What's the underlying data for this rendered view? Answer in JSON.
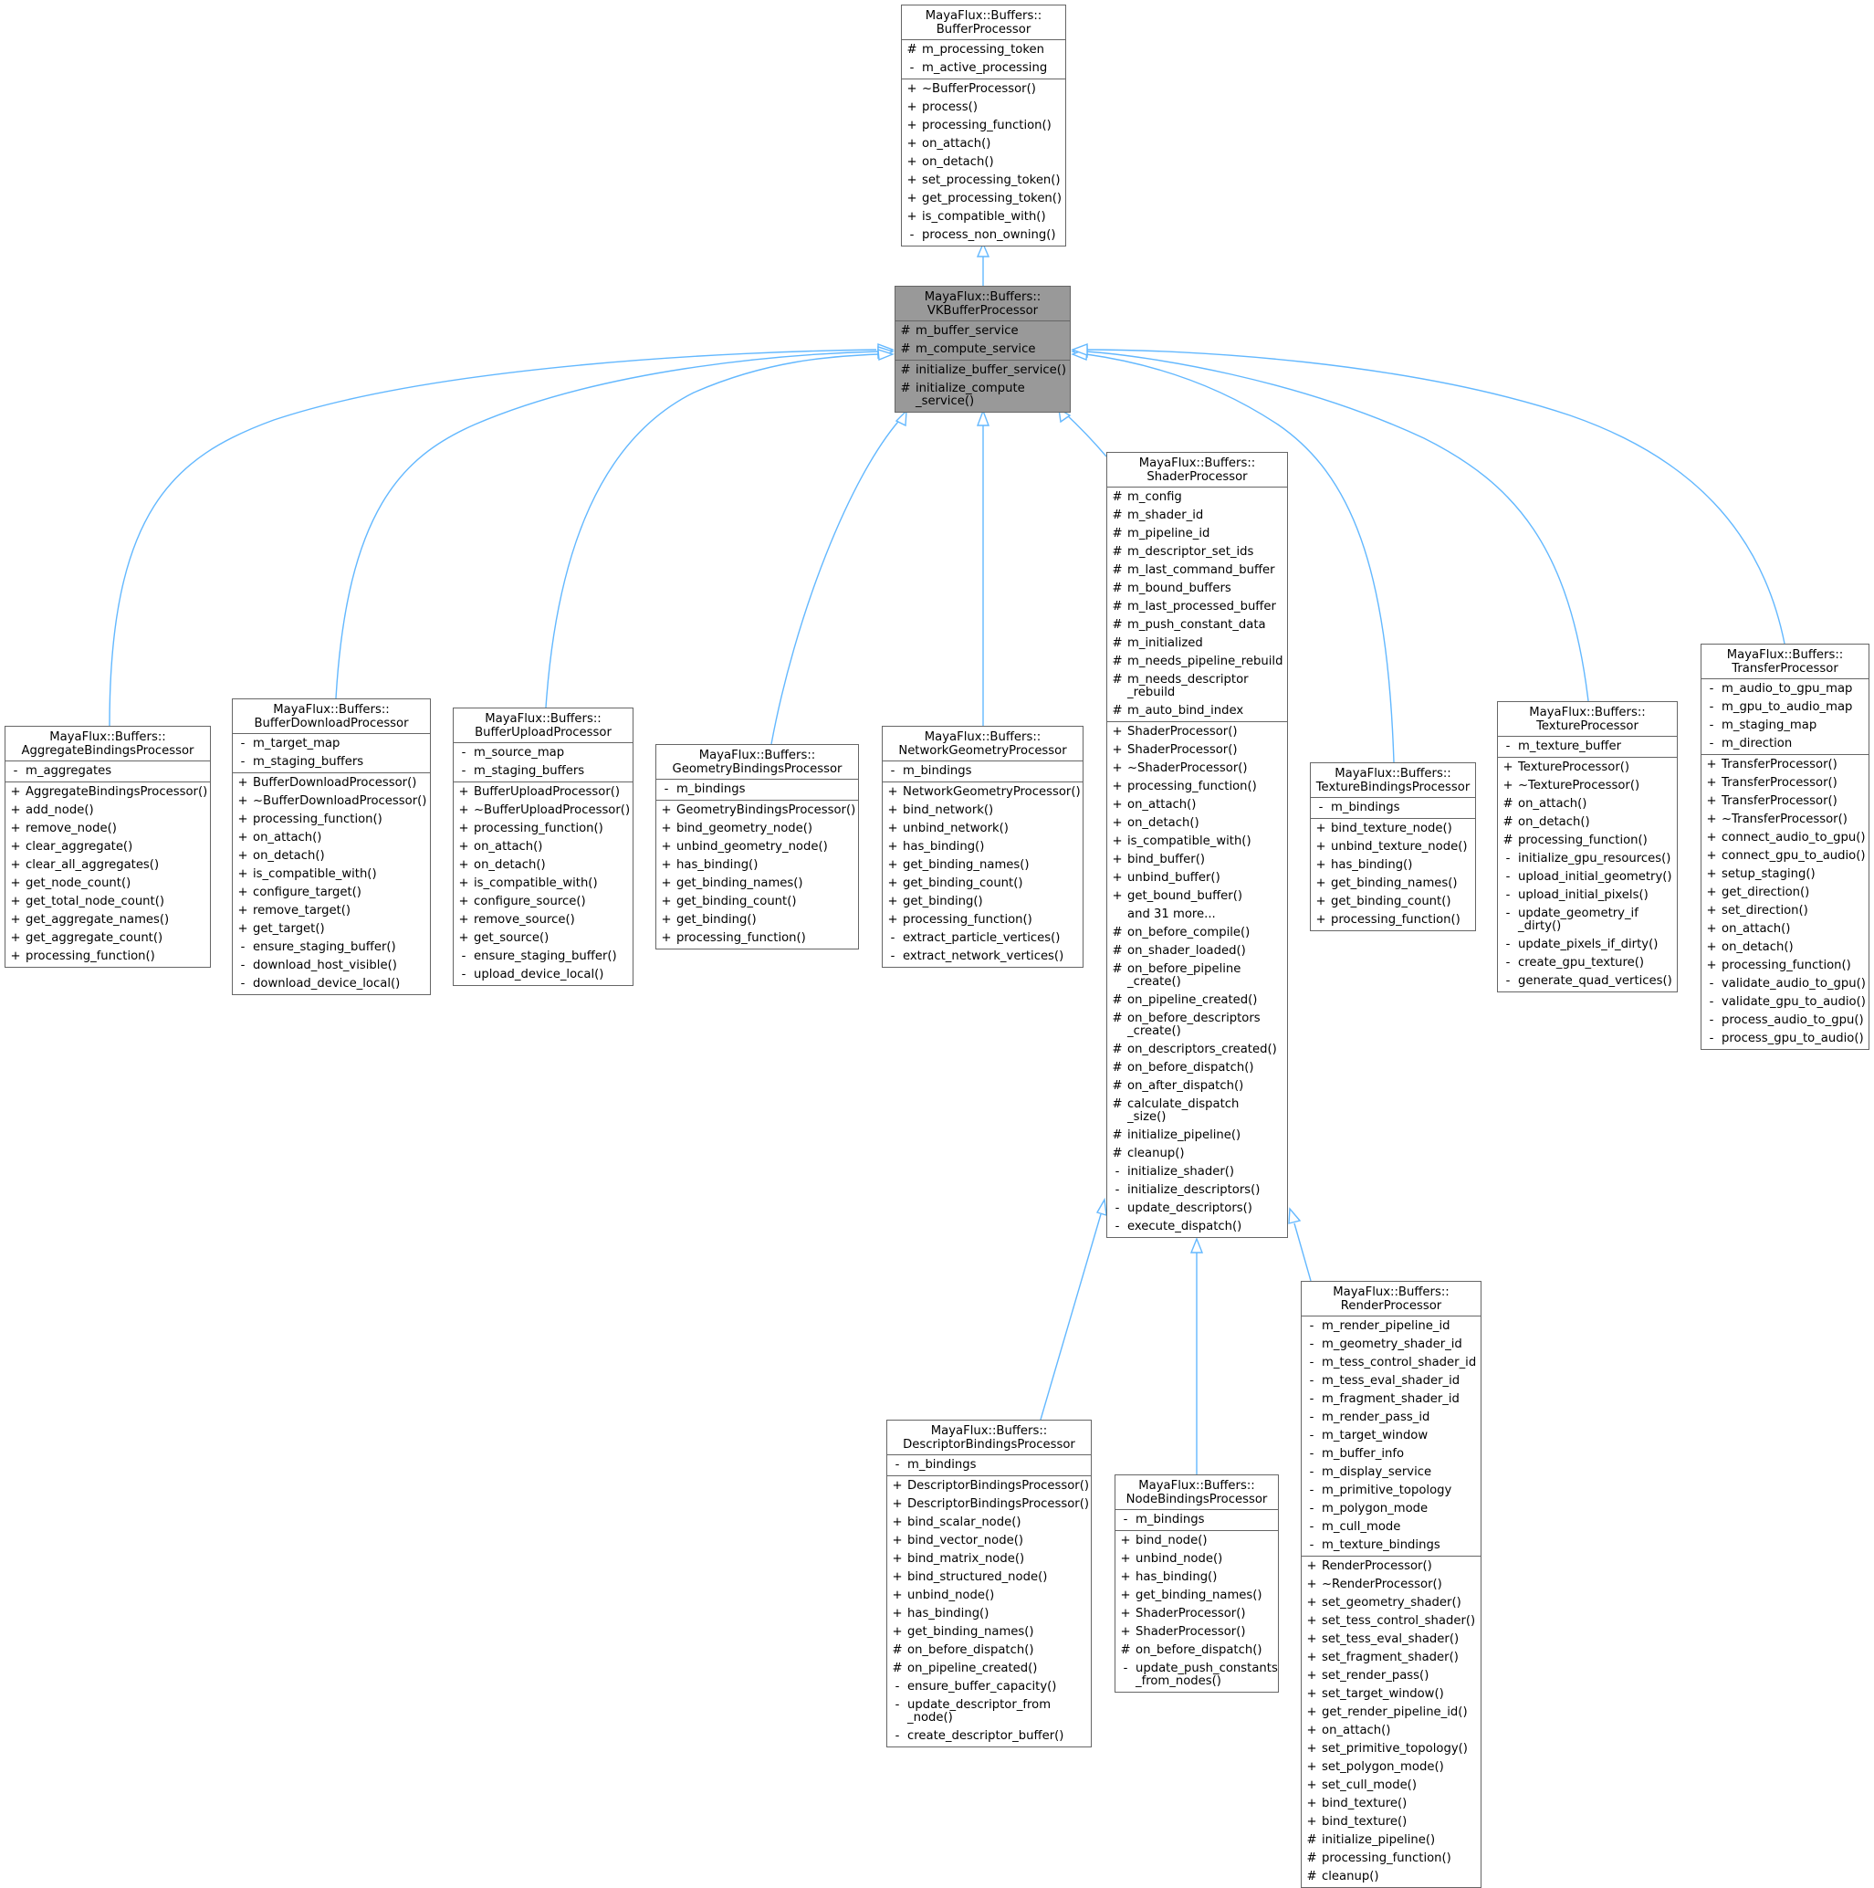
{
  "colors": {
    "edge": "#63b8ff",
    "border": "#666666",
    "focus_fill": "#999999"
  },
  "classes": {
    "buffer_processor": {
      "title": [
        "MayaFlux::Buffers::",
        "BufferProcessor"
      ],
      "attributes": [
        [
          "#",
          "m_processing_token"
        ],
        [
          "-",
          "m_active_processing"
        ]
      ],
      "methods": [
        [
          "+",
          "~BufferProcessor()"
        ],
        [
          "+",
          "process()"
        ],
        [
          "+",
          "processing_function()"
        ],
        [
          "+",
          "on_attach()"
        ],
        [
          "+",
          "on_detach()"
        ],
        [
          "+",
          "set_processing_token()"
        ],
        [
          "+",
          "get_processing_token()"
        ],
        [
          "+",
          "is_compatible_with()"
        ],
        [
          "-",
          "process_non_owning()"
        ]
      ]
    },
    "vk_buffer_processor": {
      "title": [
        "MayaFlux::Buffers::",
        "VKBufferProcessor"
      ],
      "attributes": [
        [
          "#",
          "m_buffer_service"
        ],
        [
          "#",
          "m_compute_service"
        ]
      ],
      "methods": [
        [
          "#",
          "initialize_buffer_service()"
        ],
        [
          "#",
          "initialize_compute\n_service()"
        ]
      ]
    },
    "aggregate_bindings_processor": {
      "title": [
        "MayaFlux::Buffers::",
        "AggregateBindingsProcessor"
      ],
      "attributes": [
        [
          "-",
          "m_aggregates"
        ]
      ],
      "methods": [
        [
          "+",
          "AggregateBindingsProcessor()"
        ],
        [
          "+",
          "add_node()"
        ],
        [
          "+",
          "remove_node()"
        ],
        [
          "+",
          "clear_aggregate()"
        ],
        [
          "+",
          "clear_all_aggregates()"
        ],
        [
          "+",
          "get_node_count()"
        ],
        [
          "+",
          "get_total_node_count()"
        ],
        [
          "+",
          "get_aggregate_names()"
        ],
        [
          "+",
          "get_aggregate_count()"
        ],
        [
          "+",
          "processing_function()"
        ]
      ]
    },
    "buffer_download_processor": {
      "title": [
        "MayaFlux::Buffers::",
        "BufferDownloadProcessor"
      ],
      "attributes": [
        [
          "-",
          "m_target_map"
        ],
        [
          "-",
          "m_staging_buffers"
        ]
      ],
      "methods": [
        [
          "+",
          "BufferDownloadProcessor()"
        ],
        [
          "+",
          "~BufferDownloadProcessor()"
        ],
        [
          "+",
          "processing_function()"
        ],
        [
          "+",
          "on_attach()"
        ],
        [
          "+",
          "on_detach()"
        ],
        [
          "+",
          "is_compatible_with()"
        ],
        [
          "+",
          "configure_target()"
        ],
        [
          "+",
          "remove_target()"
        ],
        [
          "+",
          "get_target()"
        ],
        [
          "-",
          "ensure_staging_buffer()"
        ],
        [
          "-",
          "download_host_visible()"
        ],
        [
          "-",
          "download_device_local()"
        ]
      ]
    },
    "buffer_upload_processor": {
      "title": [
        "MayaFlux::Buffers::",
        "BufferUploadProcessor"
      ],
      "attributes": [
        [
          "-",
          "m_source_map"
        ],
        [
          "-",
          "m_staging_buffers"
        ]
      ],
      "methods": [
        [
          "+",
          "BufferUploadProcessor()"
        ],
        [
          "+",
          "~BufferUploadProcessor()"
        ],
        [
          "+",
          "processing_function()"
        ],
        [
          "+",
          "on_attach()"
        ],
        [
          "+",
          "on_detach()"
        ],
        [
          "+",
          "is_compatible_with()"
        ],
        [
          "+",
          "configure_source()"
        ],
        [
          "+",
          "remove_source()"
        ],
        [
          "+",
          "get_source()"
        ],
        [
          "-",
          "ensure_staging_buffer()"
        ],
        [
          "-",
          "upload_device_local()"
        ]
      ]
    },
    "geometry_bindings_processor": {
      "title": [
        "MayaFlux::Buffers::",
        "GeometryBindingsProcessor"
      ],
      "attributes": [
        [
          "-",
          "m_bindings"
        ]
      ],
      "methods": [
        [
          "+",
          "GeometryBindingsProcessor()"
        ],
        [
          "+",
          "bind_geometry_node()"
        ],
        [
          "+",
          "unbind_geometry_node()"
        ],
        [
          "+",
          "has_binding()"
        ],
        [
          "+",
          "get_binding_names()"
        ],
        [
          "+",
          "get_binding_count()"
        ],
        [
          "+",
          "get_binding()"
        ],
        [
          "+",
          "processing_function()"
        ]
      ]
    },
    "network_geometry_processor": {
      "title": [
        "MayaFlux::Buffers::",
        "NetworkGeometryProcessor"
      ],
      "attributes": [
        [
          "-",
          "m_bindings"
        ]
      ],
      "methods": [
        [
          "+",
          "NetworkGeometryProcessor()"
        ],
        [
          "+",
          "bind_network()"
        ],
        [
          "+",
          "unbind_network()"
        ],
        [
          "+",
          "has_binding()"
        ],
        [
          "+",
          "get_binding_names()"
        ],
        [
          "+",
          "get_binding_count()"
        ],
        [
          "+",
          "get_binding()"
        ],
        [
          "+",
          "processing_function()"
        ],
        [
          "-",
          "extract_particle_vertices()"
        ],
        [
          "-",
          "extract_network_vertices()"
        ]
      ]
    },
    "shader_processor": {
      "title": [
        "MayaFlux::Buffers::",
        "ShaderProcessor"
      ],
      "attributes": [
        [
          "#",
          "m_config"
        ],
        [
          "#",
          "m_shader_id"
        ],
        [
          "#",
          "m_pipeline_id"
        ],
        [
          "#",
          "m_descriptor_set_ids"
        ],
        [
          "#",
          "m_last_command_buffer"
        ],
        [
          "#",
          "m_bound_buffers"
        ],
        [
          "#",
          "m_last_processed_buffer"
        ],
        [
          "#",
          "m_push_constant_data"
        ],
        [
          "#",
          "m_initialized"
        ],
        [
          "#",
          "m_needs_pipeline_rebuild"
        ],
        [
          "#",
          "m_needs_descriptor\n_rebuild"
        ],
        [
          "#",
          "m_auto_bind_index"
        ]
      ],
      "methods": [
        [
          "+",
          "ShaderProcessor()"
        ],
        [
          "+",
          "ShaderProcessor()"
        ],
        [
          "+",
          "~ShaderProcessor()"
        ],
        [
          "+",
          "processing_function()"
        ],
        [
          "+",
          "on_attach()"
        ],
        [
          "+",
          "on_detach()"
        ],
        [
          "+",
          "is_compatible_with()"
        ],
        [
          "+",
          "bind_buffer()"
        ],
        [
          "+",
          "unbind_buffer()"
        ],
        [
          "+",
          "get_bound_buffer()"
        ],
        [
          "",
          "and 31 more..."
        ],
        [
          "#",
          "on_before_compile()"
        ],
        [
          "#",
          "on_shader_loaded()"
        ],
        [
          "#",
          "on_before_pipeline\n_create()"
        ],
        [
          "#",
          "on_pipeline_created()"
        ],
        [
          "#",
          "on_before_descriptors\n_create()"
        ],
        [
          "#",
          "on_descriptors_created()"
        ],
        [
          "#",
          "on_before_dispatch()"
        ],
        [
          "#",
          "on_after_dispatch()"
        ],
        [
          "#",
          "calculate_dispatch\n_size()"
        ],
        [
          "#",
          "initialize_pipeline()"
        ],
        [
          "#",
          "cleanup()"
        ],
        [
          "-",
          "initialize_shader()"
        ],
        [
          "-",
          "initialize_descriptors()"
        ],
        [
          "-",
          "update_descriptors()"
        ],
        [
          "-",
          "execute_dispatch()"
        ]
      ]
    },
    "texture_bindings_processor": {
      "title": [
        "MayaFlux::Buffers::",
        "TextureBindingsProcessor"
      ],
      "attributes": [
        [
          "-",
          "m_bindings"
        ]
      ],
      "methods": [
        [
          "+",
          "bind_texture_node()"
        ],
        [
          "+",
          "unbind_texture_node()"
        ],
        [
          "+",
          "has_binding()"
        ],
        [
          "+",
          "get_binding_names()"
        ],
        [
          "+",
          "get_binding_count()"
        ],
        [
          "+",
          "processing_function()"
        ]
      ]
    },
    "texture_processor": {
      "title": [
        "MayaFlux::Buffers::",
        "TextureProcessor"
      ],
      "attributes": [
        [
          "-",
          "m_texture_buffer"
        ]
      ],
      "methods": [
        [
          "+",
          "TextureProcessor()"
        ],
        [
          "+",
          "~TextureProcessor()"
        ],
        [
          "#",
          "on_attach()"
        ],
        [
          "#",
          "on_detach()"
        ],
        [
          "#",
          "processing_function()"
        ],
        [
          "-",
          "initialize_gpu_resources()"
        ],
        [
          "-",
          "upload_initial_geometry()"
        ],
        [
          "-",
          "upload_initial_pixels()"
        ],
        [
          "-",
          "update_geometry_if\n_dirty()"
        ],
        [
          "-",
          "update_pixels_if_dirty()"
        ],
        [
          "-",
          "create_gpu_texture()"
        ],
        [
          "-",
          "generate_quad_vertices()"
        ]
      ]
    },
    "transfer_processor": {
      "title": [
        "MayaFlux::Buffers::",
        "TransferProcessor"
      ],
      "attributes": [
        [
          "-",
          "m_audio_to_gpu_map"
        ],
        [
          "-",
          "m_gpu_to_audio_map"
        ],
        [
          "-",
          "m_staging_map"
        ],
        [
          "-",
          "m_direction"
        ]
      ],
      "methods": [
        [
          "+",
          "TransferProcessor()"
        ],
        [
          "+",
          "TransferProcessor()"
        ],
        [
          "+",
          "TransferProcessor()"
        ],
        [
          "+",
          "~TransferProcessor()"
        ],
        [
          "+",
          "connect_audio_to_gpu()"
        ],
        [
          "+",
          "connect_gpu_to_audio()"
        ],
        [
          "+",
          "setup_staging()"
        ],
        [
          "+",
          "get_direction()"
        ],
        [
          "+",
          "set_direction()"
        ],
        [
          "+",
          "on_attach()"
        ],
        [
          "+",
          "on_detach()"
        ],
        [
          "+",
          "processing_function()"
        ],
        [
          "-",
          "validate_audio_to_gpu()"
        ],
        [
          "-",
          "validate_gpu_to_audio()"
        ],
        [
          "-",
          "process_audio_to_gpu()"
        ],
        [
          "-",
          "process_gpu_to_audio()"
        ]
      ]
    },
    "descriptor_bindings_processor": {
      "title": [
        "MayaFlux::Buffers::",
        "DescriptorBindingsProcessor"
      ],
      "attributes": [
        [
          "-",
          "m_bindings"
        ]
      ],
      "methods": [
        [
          "+",
          "DescriptorBindingsProcessor()"
        ],
        [
          "+",
          "DescriptorBindingsProcessor()"
        ],
        [
          "+",
          "bind_scalar_node()"
        ],
        [
          "+",
          "bind_vector_node()"
        ],
        [
          "+",
          "bind_matrix_node()"
        ],
        [
          "+",
          "bind_structured_node()"
        ],
        [
          "+",
          "unbind_node()"
        ],
        [
          "+",
          "has_binding()"
        ],
        [
          "+",
          "get_binding_names()"
        ],
        [
          "#",
          "on_before_dispatch()"
        ],
        [
          "#",
          "on_pipeline_created()"
        ],
        [
          "-",
          "ensure_buffer_capacity()"
        ],
        [
          "-",
          "update_descriptor_from\n_node()"
        ],
        [
          "-",
          "create_descriptor_buffer()"
        ]
      ]
    },
    "node_bindings_processor": {
      "title": [
        "MayaFlux::Buffers::",
        "NodeBindingsProcessor"
      ],
      "attributes": [
        [
          "-",
          "m_bindings"
        ]
      ],
      "methods": [
        [
          "+",
          "bind_node()"
        ],
        [
          "+",
          "unbind_node()"
        ],
        [
          "+",
          "has_binding()"
        ],
        [
          "+",
          "get_binding_names()"
        ],
        [
          "+",
          "ShaderProcessor()"
        ],
        [
          "+",
          "ShaderProcessor()"
        ],
        [
          "#",
          "on_before_dispatch()"
        ],
        [
          "-",
          "update_push_constants\n_from_nodes()"
        ]
      ]
    },
    "render_processor": {
      "title": [
        "MayaFlux::Buffers::",
        "RenderProcessor"
      ],
      "attributes": [
        [
          "-",
          "m_render_pipeline_id"
        ],
        [
          "-",
          "m_geometry_shader_id"
        ],
        [
          "-",
          "m_tess_control_shader_id"
        ],
        [
          "-",
          "m_tess_eval_shader_id"
        ],
        [
          "-",
          "m_fragment_shader_id"
        ],
        [
          "-",
          "m_render_pass_id"
        ],
        [
          "-",
          "m_target_window"
        ],
        [
          "-",
          "m_buffer_info"
        ],
        [
          "-",
          "m_display_service"
        ],
        [
          "-",
          "m_primitive_topology"
        ],
        [
          "-",
          "m_polygon_mode"
        ],
        [
          "-",
          "m_cull_mode"
        ],
        [
          "-",
          "m_texture_bindings"
        ]
      ],
      "methods": [
        [
          "+",
          "RenderProcessor()"
        ],
        [
          "+",
          "~RenderProcessor()"
        ],
        [
          "+",
          "set_geometry_shader()"
        ],
        [
          "+",
          "set_tess_control_shader()"
        ],
        [
          "+",
          "set_tess_eval_shader()"
        ],
        [
          "+",
          "set_fragment_shader()"
        ],
        [
          "+",
          "set_render_pass()"
        ],
        [
          "+",
          "set_target_window()"
        ],
        [
          "+",
          "get_render_pipeline_id()"
        ],
        [
          "+",
          "on_attach()"
        ],
        [
          "+",
          "set_primitive_topology()"
        ],
        [
          "+",
          "set_polygon_mode()"
        ],
        [
          "+",
          "set_cull_mode()"
        ],
        [
          "+",
          "bind_texture()"
        ],
        [
          "+",
          "bind_texture()"
        ],
        [
          "#",
          "initialize_pipeline()"
        ],
        [
          "#",
          "processing_function()"
        ],
        [
          "#",
          "cleanup()"
        ]
      ]
    }
  },
  "inheritance": [
    [
      "vk_buffer_processor",
      "buffer_processor"
    ],
    [
      "aggregate_bindings_processor",
      "vk_buffer_processor"
    ],
    [
      "buffer_download_processor",
      "vk_buffer_processor"
    ],
    [
      "buffer_upload_processor",
      "vk_buffer_processor"
    ],
    [
      "geometry_bindings_processor",
      "vk_buffer_processor"
    ],
    [
      "network_geometry_processor",
      "vk_buffer_processor"
    ],
    [
      "shader_processor",
      "vk_buffer_processor"
    ],
    [
      "texture_bindings_processor",
      "vk_buffer_processor"
    ],
    [
      "texture_processor",
      "vk_buffer_processor"
    ],
    [
      "transfer_processor",
      "vk_buffer_processor"
    ],
    [
      "descriptor_bindings_processor",
      "shader_processor"
    ],
    [
      "node_bindings_processor",
      "shader_processor"
    ],
    [
      "render_processor",
      "shader_processor"
    ]
  ]
}
